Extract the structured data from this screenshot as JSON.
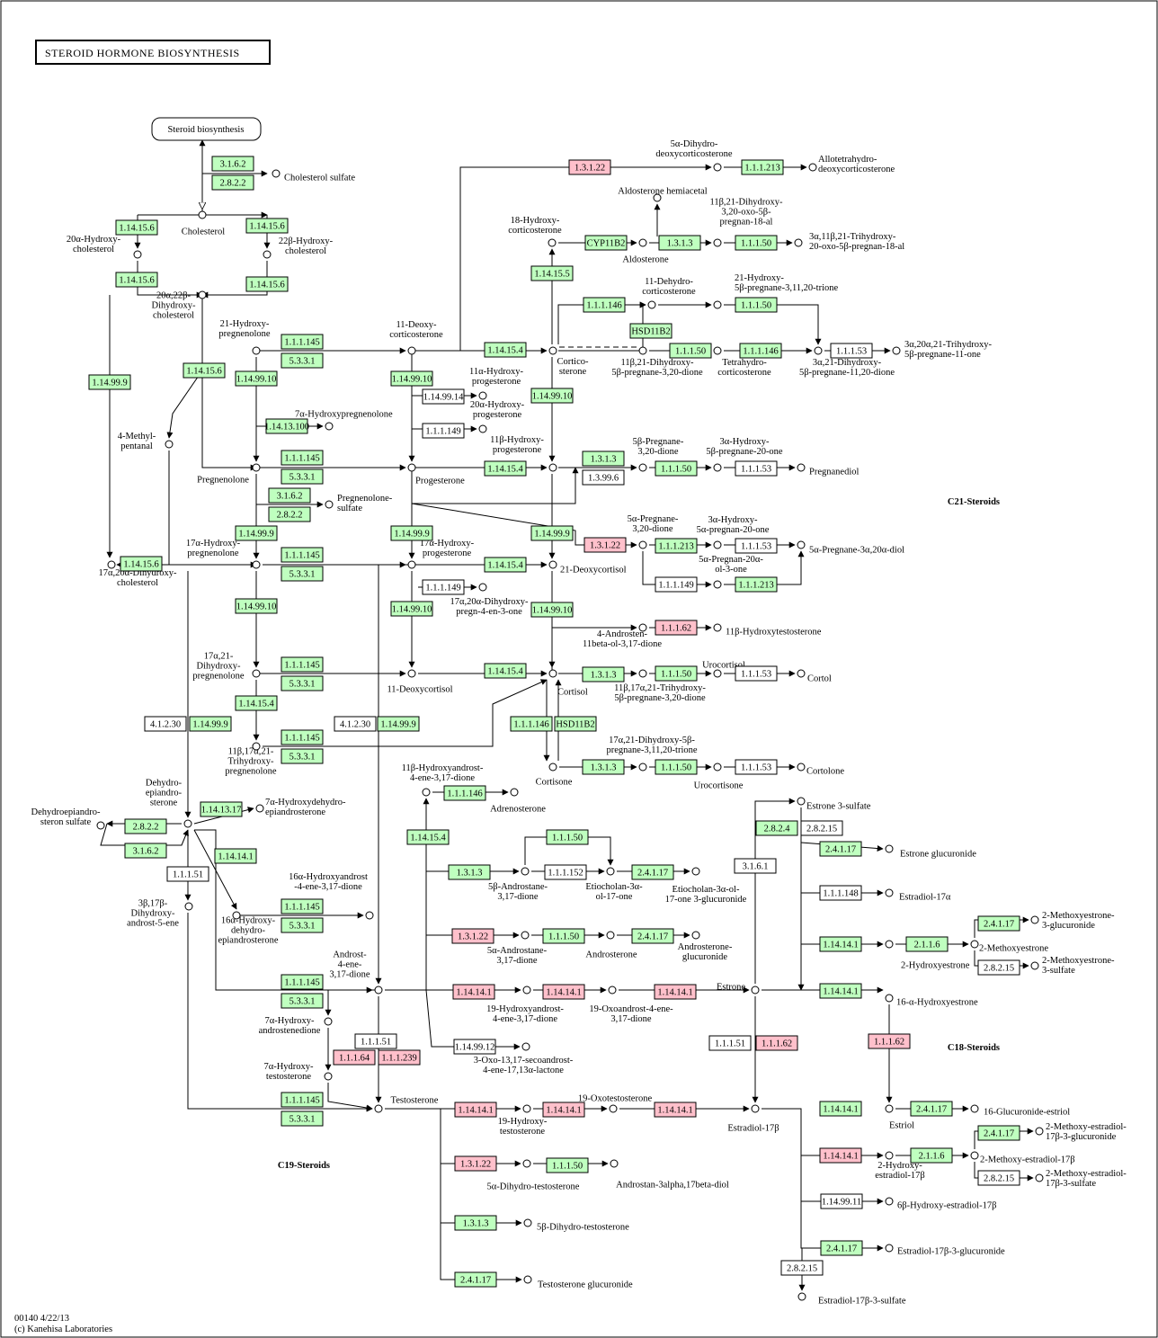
{
  "title": "STEROID  HORMONE BIOSYNTHESIS",
  "footer": [
    "00140 4/22/13",
    "(c) Kanehisa Laboratories"
  ],
  "colors": {
    "found": "#bfffbf",
    "highlighted": "#ffc0cb",
    "none": "#ffffff",
    "arrow": "#000000"
  },
  "link_maps": [
    {
      "text": "Steroid biosynthesis"
    }
  ],
  "sections": [
    {
      "text": "C21-Steroids"
    },
    {
      "text": "C19-Steroids"
    },
    {
      "text": "C18-Steroids"
    }
  ],
  "enzymes": [
    {
      "id": "3.1.6.2",
      "state": "found"
    },
    {
      "id": "2.8.2.2",
      "state": "found"
    },
    {
      "id": "1.14.15.6",
      "state": "found"
    },
    {
      "id": "1.14.15.6",
      "state": "found"
    },
    {
      "id": "1.14.15.6",
      "state": "found"
    },
    {
      "id": "1.14.15.6",
      "state": "found"
    },
    {
      "id": "1.14.15.6",
      "state": "found"
    },
    {
      "id": "1.14.15.6",
      "state": "found"
    },
    {
      "id": "1.14.99.9",
      "state": "found"
    },
    {
      "id": "1.3.1.22",
      "state": "highlighted"
    },
    {
      "id": "1.1.1.213",
      "state": "found"
    },
    {
      "id": "CYP11B2",
      "state": "found"
    },
    {
      "id": "1.3.1.3",
      "state": "found"
    },
    {
      "id": "1.1.1.50",
      "state": "found"
    },
    {
      "id": "1.14.15.5",
      "state": "found"
    },
    {
      "id": "1.1.1.146",
      "state": "found"
    },
    {
      "id": "1.1.1.50",
      "state": "found"
    },
    {
      "id": "HSD11B2",
      "state": "found"
    },
    {
      "id": "1.1.1.50",
      "state": "found"
    },
    {
      "id": "1.1.1.146",
      "state": "found"
    },
    {
      "id": "1.1.1.53",
      "state": "none"
    },
    {
      "id": "1.1.1.145",
      "state": "found"
    },
    {
      "id": "5.3.3.1",
      "state": "found"
    },
    {
      "id": "1.14.99.10",
      "state": "found"
    },
    {
      "id": "1.14.15.4",
      "state": "found"
    },
    {
      "id": "1.14.99.10",
      "state": "found"
    },
    {
      "id": "1.14.99.14",
      "state": "none"
    },
    {
      "id": "1.1.1.149",
      "state": "none"
    },
    {
      "id": "1.14.99.10",
      "state": "found"
    },
    {
      "id": "1.14.13.100",
      "state": "found"
    },
    {
      "id": "1.1.1.145",
      "state": "found"
    },
    {
      "id": "5.3.3.1",
      "state": "found"
    },
    {
      "id": "1.14.15.4",
      "state": "found"
    },
    {
      "id": "1.3.1.3",
      "state": "found"
    },
    {
      "id": "1.3.99.6",
      "state": "none"
    },
    {
      "id": "1.1.1.50",
      "state": "found"
    },
    {
      "id": "1.1.1.53",
      "state": "none"
    },
    {
      "id": "3.1.6.2",
      "state": "found"
    },
    {
      "id": "2.8.2.2",
      "state": "found"
    },
    {
      "id": "1.14.99.9",
      "state": "found"
    },
    {
      "id": "1.14.99.9",
      "state": "found"
    },
    {
      "id": "1.14.99.9",
      "state": "found"
    },
    {
      "id": "1.3.1.22",
      "state": "highlighted"
    },
    {
      "id": "1.1.1.213",
      "state": "found"
    },
    {
      "id": "1.1.1.53",
      "state": "none"
    },
    {
      "id": "1.1.1.149",
      "state": "none"
    },
    {
      "id": "1.1.1.213",
      "state": "found"
    },
    {
      "id": "1.1.1.145",
      "state": "found"
    },
    {
      "id": "5.3.3.1",
      "state": "found"
    },
    {
      "id": "1.14.15.4",
      "state": "found"
    },
    {
      "id": "1.1.1.149",
      "state": "none"
    },
    {
      "id": "1.14.99.10",
      "state": "found"
    },
    {
      "id": "1.14.99.10",
      "state": "found"
    },
    {
      "id": "1.14.99.10",
      "state": "found"
    },
    {
      "id": "1.1.1.62",
      "state": "highlighted"
    },
    {
      "id": "1.1.1.145",
      "state": "found"
    },
    {
      "id": "5.3.3.1",
      "state": "found"
    },
    {
      "id": "1.14.15.4",
      "state": "found"
    },
    {
      "id": "1.3.1.3",
      "state": "found"
    },
    {
      "id": "1.1.1.50",
      "state": "found"
    },
    {
      "id": "1.1.1.53",
      "state": "none"
    },
    {
      "id": "1.14.15.4",
      "state": "found"
    },
    {
      "id": "4.1.2.30",
      "state": "none"
    },
    {
      "id": "1.14.99.9",
      "state": "found"
    },
    {
      "id": "4.1.2.30",
      "state": "none"
    },
    {
      "id": "1.14.99.9",
      "state": "found"
    },
    {
      "id": "1.1.1.146",
      "state": "found"
    },
    {
      "id": "HSD11B2",
      "state": "found"
    },
    {
      "id": "1.1.1.145",
      "state": "found"
    },
    {
      "id": "5.3.3.1",
      "state": "found"
    },
    {
      "id": "1.3.1.3",
      "state": "found"
    },
    {
      "id": "1.1.1.50",
      "state": "found"
    },
    {
      "id": "1.1.1.53",
      "state": "none"
    },
    {
      "id": "1.14.13.17",
      "state": "found"
    },
    {
      "id": "2.8.2.2",
      "state": "found"
    },
    {
      "id": "3.1.6.2",
      "state": "found"
    },
    {
      "id": "1.14.14.1",
      "state": "found"
    },
    {
      "id": "1.1.1.51",
      "state": "none"
    },
    {
      "id": "1.1.1.145",
      "state": "found"
    },
    {
      "id": "5.3.3.1",
      "state": "found"
    },
    {
      "id": "1.1.1.146",
      "state": "found"
    },
    {
      "id": "1.14.15.4",
      "state": "found"
    },
    {
      "id": "1.1.1.50",
      "state": "found"
    },
    {
      "id": "1.3.1.3",
      "state": "found"
    },
    {
      "id": "1.1.1.152",
      "state": "none"
    },
    {
      "id": "2.4.1.17",
      "state": "found"
    },
    {
      "id": "1.3.1.22",
      "state": "highlighted"
    },
    {
      "id": "1.1.1.50",
      "state": "found"
    },
    {
      "id": "2.4.1.17",
      "state": "found"
    },
    {
      "id": "1.1.1.145",
      "state": "found"
    },
    {
      "id": "5.3.3.1",
      "state": "found"
    },
    {
      "id": "1.14.14.1",
      "state": "highlighted"
    },
    {
      "id": "1.14.14.1",
      "state": "highlighted"
    },
    {
      "id": "1.14.14.1",
      "state": "highlighted"
    },
    {
      "id": "1.1.1.51",
      "state": "none"
    },
    {
      "id": "1.1.1.64",
      "state": "highlighted"
    },
    {
      "id": "1.1.1.239",
      "state": "highlighted"
    },
    {
      "id": "1.14.99.12",
      "state": "none"
    },
    {
      "id": "1.1.1.145",
      "state": "found"
    },
    {
      "id": "5.3.3.1",
      "state": "found"
    },
    {
      "id": "1.14.14.1",
      "state": "highlighted"
    },
    {
      "id": "1.14.14.1",
      "state": "highlighted"
    },
    {
      "id": "1.14.14.1",
      "state": "highlighted"
    },
    {
      "id": "1.3.1.22",
      "state": "highlighted"
    },
    {
      "id": "1.1.1.50",
      "state": "found"
    },
    {
      "id": "1.3.1.3",
      "state": "found"
    },
    {
      "id": "2.4.1.17",
      "state": "found"
    },
    {
      "id": "2.8.2.4",
      "state": "found"
    },
    {
      "id": "2.8.2.15",
      "state": "none"
    },
    {
      "id": "3.1.6.1",
      "state": "none"
    },
    {
      "id": "2.4.1.17",
      "state": "found"
    },
    {
      "id": "1.1.1.148",
      "state": "none"
    },
    {
      "id": "1.14.14.1",
      "state": "found"
    },
    {
      "id": "2.1.1.6",
      "state": "found"
    },
    {
      "id": "2.4.1.17",
      "state": "found"
    },
    {
      "id": "2.8.2.15",
      "state": "none"
    },
    {
      "id": "1.14.14.1",
      "state": "found"
    },
    {
      "id": "1.1.1.51",
      "state": "none"
    },
    {
      "id": "1.1.1.62",
      "state": "highlighted"
    },
    {
      "id": "1.1.1.62",
      "state": "highlighted"
    },
    {
      "id": "1.14.14.1",
      "state": "found"
    },
    {
      "id": "2.4.1.17",
      "state": "found"
    },
    {
      "id": "1.14.14.1",
      "state": "highlighted"
    },
    {
      "id": "2.1.1.6",
      "state": "found"
    },
    {
      "id": "2.4.1.17",
      "state": "found"
    },
    {
      "id": "2.8.2.15",
      "state": "none"
    },
    {
      "id": "1.14.99.11",
      "state": "none"
    },
    {
      "id": "2.4.1.17",
      "state": "found"
    },
    {
      "id": "2.8.2.15",
      "state": "none"
    }
  ],
  "compounds": [
    {
      "lines": [
        "Cholesterol sulfate"
      ]
    },
    {
      "lines": [
        "Cholesterol"
      ]
    },
    {
      "lines": [
        "20α-Hydroxy-",
        "cholesterol"
      ]
    },
    {
      "lines": [
        "22β-Hydroxy-",
        "cholesterol"
      ]
    },
    {
      "lines": [
        "20α,22β-",
        "Dihydroxy-",
        "cholesterol"
      ]
    },
    {
      "lines": [
        "4-Methyl-",
        "pentanal"
      ]
    },
    {
      "lines": [
        "17α,20α-Dihydroxy-",
        "cholesterol"
      ]
    },
    {
      "lines": [
        "5α-Dihydro-",
        "deoxycorticosterone"
      ]
    },
    {
      "lines": [
        "Allotetrahydro-",
        "deoxycorticosterone"
      ]
    },
    {
      "lines": [
        "Aldosterone hemiacetal"
      ]
    },
    {
      "lines": [
        "18-Hydroxy-",
        "corticosterone"
      ]
    },
    {
      "lines": [
        "Aldosterone"
      ]
    },
    {
      "lines": [
        "11β,21-Dihydroxy-",
        "3,20-oxo-5β-",
        "pregnan-18-al"
      ]
    },
    {
      "lines": [
        "3α,11β,21-Trihydroxy-",
        "20-oxo-5β-pregnan-18-al"
      ]
    },
    {
      "lines": [
        "11-Dehydro-",
        "corticosterone"
      ]
    },
    {
      "lines": [
        "21-Hydroxy-",
        "5β-pregnane-3,11,20-trione"
      ]
    },
    {
      "lines": [
        "21-Hydroxy-",
        "pregnenolone"
      ]
    },
    {
      "lines": [
        "11-Deoxy-",
        "corticosterone"
      ]
    },
    {
      "lines": [
        "Cortico-",
        "sterone"
      ]
    },
    {
      "lines": [
        "11β,21-Dihydroxy-",
        "5β-pregnane-3,20-dione"
      ]
    },
    {
      "lines": [
        "Tetrahydro-",
        "corticosterone"
      ]
    },
    {
      "lines": [
        "3α,21-Dihydroxy-",
        "5β-pregnane-11,20-dione"
      ]
    },
    {
      "lines": [
        "3α,20α,21-Trihydroxy-",
        "5β-pregnane-11-one"
      ]
    },
    {
      "lines": [
        "11α-Hydroxy-",
        "progesterone"
      ]
    },
    {
      "lines": [
        "20α-Hydroxy-",
        "progesterone"
      ]
    },
    {
      "lines": [
        "7α-Hydroxypregnenolone"
      ]
    },
    {
      "lines": [
        "11β-Hydroxy-",
        "progesterone"
      ]
    },
    {
      "lines": [
        "Pregnenolone"
      ]
    },
    {
      "lines": [
        "Progesterone"
      ]
    },
    {
      "lines": [
        "5β-Pregnane-",
        "3,20-dione"
      ]
    },
    {
      "lines": [
        "3α-Hydroxy-",
        "5β-pregnane-20-one"
      ]
    },
    {
      "lines": [
        "Pregnanediol"
      ]
    },
    {
      "lines": [
        "Pregnenolone-",
        "sulfate"
      ]
    },
    {
      "lines": [
        "17α-Hydroxy-",
        "pregnenolone"
      ]
    },
    {
      "lines": [
        "17α-Hydroxy-",
        "progesterone"
      ]
    },
    {
      "lines": [
        "21-Deoxycortisol"
      ]
    },
    {
      "lines": [
        "5α-Pregnane-",
        "3,20-dione"
      ]
    },
    {
      "lines": [
        "3α-Hydroxy-",
        "5α-pregnan-20-one"
      ]
    },
    {
      "lines": [
        "5α-Pregnane-3α,20α-diol"
      ]
    },
    {
      "lines": [
        "5α-Pregnan-20α-",
        "ol-3-one"
      ]
    },
    {
      "lines": [
        "17α,20α-Dihydroxy-",
        "pregn-4-en-3-one"
      ]
    },
    {
      "lines": [
        "4-Androsten-",
        "11beta-ol-3,17-dione"
      ]
    },
    {
      "lines": [
        "11β-Hydroxytestosterone"
      ]
    },
    {
      "lines": [
        "17α,21-",
        "Dihydroxy-",
        "pregnenolone"
      ]
    },
    {
      "lines": [
        "11-Deoxycortisol"
      ]
    },
    {
      "lines": [
        "Cortisol"
      ]
    },
    {
      "lines": [
        "Urocortisol"
      ]
    },
    {
      "lines": [
        "11β,17α,21-Trihydroxy-",
        "5β-pregnane-3,20-dione"
      ]
    },
    {
      "lines": [
        "Cortol"
      ]
    },
    {
      "lines": [
        "11β,17α,21-",
        "Trihydroxy-",
        "pregnenolone"
      ]
    },
    {
      "lines": [
        "17α,21-Dihydroxy-5β-",
        "pregnane-3,11,20-trione"
      ]
    },
    {
      "lines": [
        "Cortisone"
      ]
    },
    {
      "lines": [
        "Urocortisone"
      ]
    },
    {
      "lines": [
        "Cortolone"
      ]
    },
    {
      "lines": [
        "11β-Hydroxyandrost-",
        "4-ene-3,17-dione"
      ]
    },
    {
      "lines": [
        "Adrenosterone"
      ]
    },
    {
      "lines": [
        "Dehydro-",
        "epiandro-",
        "sterone"
      ]
    },
    {
      "lines": [
        "Dehydroepiandro-",
        "steron sulfate"
      ]
    },
    {
      "lines": [
        "7α-Hydroxydehydro-",
        "epiandrosterone"
      ]
    },
    {
      "lines": [
        "16α-Hydroxyandrost",
        "-4-ene-3,17-dione"
      ]
    },
    {
      "lines": [
        "16α-Hydroxy-",
        "dehydro-",
        "epiandrosterone"
      ]
    },
    {
      "lines": [
        "3β,17β-",
        "Dihydroxy-",
        "androst-5-ene"
      ]
    },
    {
      "lines": [
        "5β-Androstane-",
        "3,17-dione"
      ]
    },
    {
      "lines": [
        "Etiocholan-3α-",
        "ol-17-one"
      ]
    },
    {
      "lines": [
        "Etiocholan-3α-ol-",
        "17-one 3-glucuronide"
      ]
    },
    {
      "lines": [
        "5α-Androstane-",
        "3,17-dione"
      ]
    },
    {
      "lines": [
        "Androsterone"
      ]
    },
    {
      "lines": [
        "Androsterone-",
        "glucuronide"
      ]
    },
    {
      "lines": [
        "Androst-",
        "4-ene-",
        "3,17-dione"
      ]
    },
    {
      "lines": [
        "19-Hydroxyandrost-",
        "4-ene-3,17-dione"
      ]
    },
    {
      "lines": [
        "19-Oxoandrost-4-ene-",
        "3,17-dione"
      ]
    },
    {
      "lines": [
        "7α-Hydroxy-",
        "androstenedione"
      ]
    },
    {
      "lines": [
        "3-Oxo-13,17-secoandrost-",
        "4-ene-17,13α-lactone"
      ]
    },
    {
      "lines": [
        "7α-Hydroxy-",
        "testosterone"
      ]
    },
    {
      "lines": [
        "Testosterone"
      ]
    },
    {
      "lines": [
        "19-Oxotestosterone"
      ]
    },
    {
      "lines": [
        "19-Hydroxy-",
        "testosterone"
      ]
    },
    {
      "lines": [
        "5α-Dihydro-testosterone"
      ]
    },
    {
      "lines": [
        "Androstan-3alpha,17beta-diol"
      ]
    },
    {
      "lines": [
        "5β-Dihydro-testosterone"
      ]
    },
    {
      "lines": [
        "Testosterone glucuronide"
      ]
    },
    {
      "lines": [
        "Estrone 3-sulfate"
      ]
    },
    {
      "lines": [
        "Estrone glucuronide"
      ]
    },
    {
      "lines": [
        "Estradiol-17α"
      ]
    },
    {
      "lines": [
        "2-Hydroxyestrone"
      ]
    },
    {
      "lines": [
        "2-Methoxyestrone"
      ]
    },
    {
      "lines": [
        "2-Methoxyestrone-",
        "3-glucuronide"
      ]
    },
    {
      "lines": [
        "2-Methoxyestrone-",
        "3-sulfate"
      ]
    },
    {
      "lines": [
        "Estrone"
      ]
    },
    {
      "lines": [
        "16-α-Hydroxyestrone"
      ]
    },
    {
      "lines": [
        "Estradiol-17β"
      ]
    },
    {
      "lines": [
        "Estriol"
      ]
    },
    {
      "lines": [
        "16-Glucuronide-estriol"
      ]
    },
    {
      "lines": [
        "2-Hydroxy-",
        "estradiol-17β"
      ]
    },
    {
      "lines": [
        "2-Methoxy-estradiol-17β"
      ]
    },
    {
      "lines": [
        "2-Methoxy-estradiol-",
        "17β-3-glucuronide"
      ]
    },
    {
      "lines": [
        "2-Methoxy-estradiol-",
        "17β-3-sulfate"
      ]
    },
    {
      "lines": [
        "6β-Hydroxy-estradiol-17β"
      ]
    },
    {
      "lines": [
        "Estradiol-17β-3-glucuronide"
      ]
    },
    {
      "lines": [
        "Estradiol-17β-3-sulfate"
      ]
    }
  ]
}
